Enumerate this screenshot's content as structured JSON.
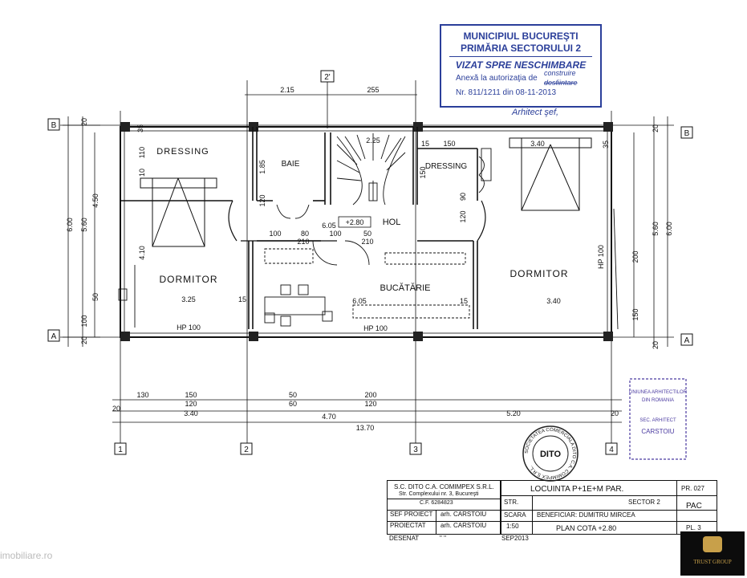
{
  "stamp": {
    "line1": "MUNICIPIUL BUCUREŞTI",
    "line2": "PRIMĂRIA SECTORULUI 2",
    "line3": "VIZAT SPRE NESCHIMBARE",
    "line4": "Anexă la autorizaţia de",
    "line4_extra": "construire",
    "line4_struck": "desfiintare",
    "line5": "Nr. 811/1211 din 08-11-2013",
    "line6": "Arhitect şef,"
  },
  "axes": {
    "a": "A",
    "b": "B",
    "n1": "1",
    "n2": "2",
    "n2p": "2'",
    "n3": "3",
    "n4": "4"
  },
  "rooms": {
    "dressing_left": "DRESSING",
    "baie": "BAIE",
    "dressing_right": "DRESSING",
    "hol": "HOL",
    "level": "+2.80",
    "dormitor_left": "DORMITOR",
    "bucatarie": "BUCĂTĂRIE",
    "dormitor_right": "DORMITOR",
    "hp_left": "HP 100",
    "hp_mid": "HP 100",
    "hp_right": "HP 100"
  },
  "dims": {
    "top_215": "2.15",
    "top_255": "255",
    "inner_225": "2.25",
    "inner_150": "150",
    "inner_340": "3.40",
    "left_600": "6.00",
    "left_560": "5.60",
    "left_450": "4.50",
    "left_410": "4.10",
    "left_110": "110",
    "left_10": "10",
    "left_50": "50",
    "left_100": "100",
    "left_20a": "20",
    "left_20b": "20",
    "right_560": "5.60",
    "right_600": "6.00",
    "right_200": "200",
    "right_150": "150",
    "right_20a": "20",
    "right_20b": "20",
    "right_35": "35",
    "hol_605": "6.05",
    "hol_100a": "100",
    "hol_80": "80",
    "hol_100b": "100",
    "hol_50": "50",
    "hol_210a": "210",
    "hol_210b": "210",
    "hol_120": "120",
    "row_325": "3.25",
    "row_605": "6.05",
    "row_340": "3.40",
    "row_15a": "15",
    "row_15b": "15",
    "bot_130": "130",
    "bot_150": "150",
    "bot_120a": "120",
    "bot_50": "50",
    "bot_60": "60",
    "bot_200": "200",
    "bot_120b": "120",
    "bot_340": "3.40",
    "bot_470": "4.70",
    "bot_520": "5.20",
    "bot_1370": "13.70",
    "bot_20a": "20",
    "bot_20b": "20",
    "c35": "35",
    "c185": "1.85",
    "c120": "120",
    "c15": "15",
    "c90": "90",
    "c150": "150"
  },
  "firm_stamp": {
    "ring": "SOCIETATEA COMERCIALA DITO C.A. COMIMPEX S.R.L.",
    "center": "DITO"
  },
  "arch_stamp": {
    "t1": "UNIUNEA ARHITECTILOR",
    "t2": "DIN ROMANIA",
    "t3": "CARSTOIU",
    "t4": "SEC. ARHITECT"
  },
  "title_block": {
    "company": "S.C. DITO C.A. COMIMPEX S.R.L.",
    "address": "Str. Complexului nr. 3, Bucureşti",
    "cf": "C.F. 6284823",
    "project": "LOCUINTA P+1E+M PAR.",
    "pr": "PR. 027",
    "str": "STR.",
    "sector": "SECTOR 2",
    "pac": "PAC",
    "sef_label": "SEF PROIECT",
    "sef_name": "arh. CARSTOIU",
    "proiectat_label": "PROIECTAT",
    "proiectat_name": "arh. CARSTOIU",
    "desenat_label": "DESENAT",
    "desenat_name": "\"      \"",
    "scara_label": "SCARA",
    "scara_value": "1:50",
    "date": "SEP2013",
    "beneficiar": "BENEFICIAR: DUMITRU MIRCEA",
    "plan": "PLAN COTA +2.80",
    "pl": "PL. 3"
  },
  "logo": {
    "text": "TRUST GROUP"
  },
  "watermark": "imobiliare.ro"
}
